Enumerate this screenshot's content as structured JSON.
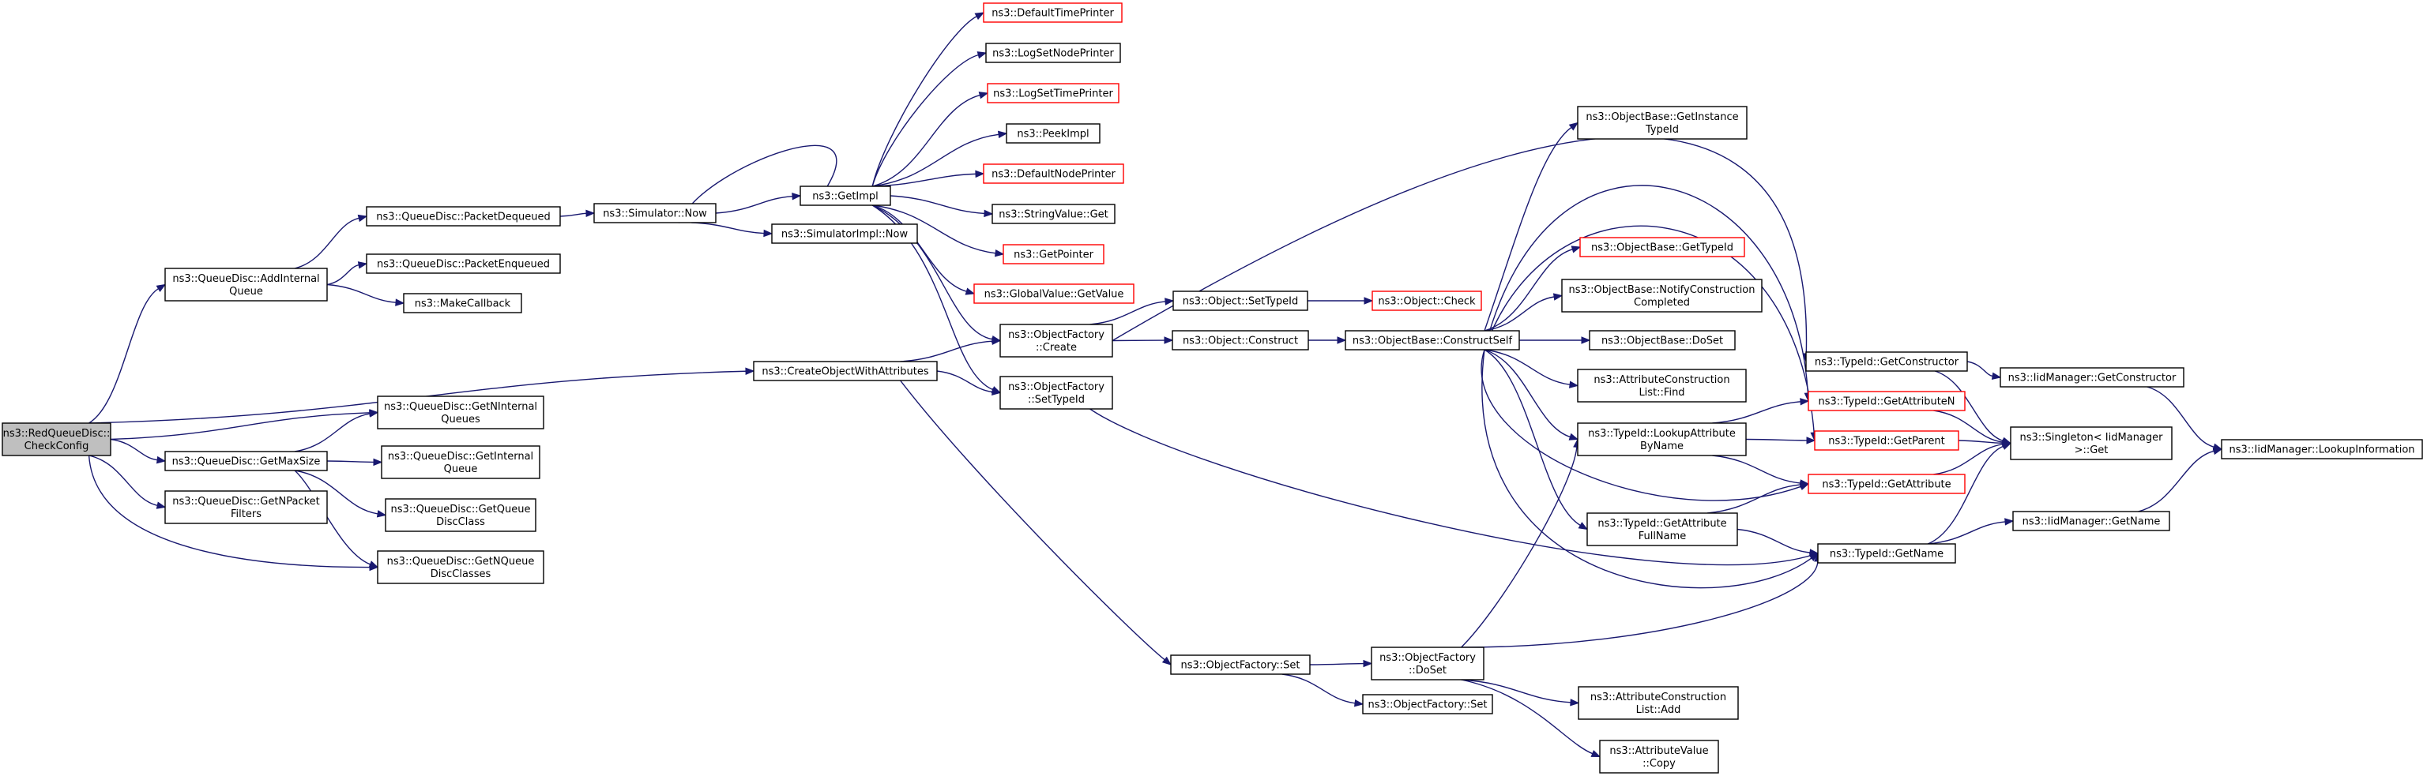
{
  "graph": {
    "type": "call-graph",
    "start_node": "checkconfig",
    "incomplete_border_color": "#ff0000",
    "edge_color": "#191970",
    "nodes": [
      {
        "id": "checkconfig",
        "lines": [
          "ns3::RedQueueDisc::",
          "CheckConfig"
        ],
        "style": "start"
      },
      {
        "id": "addinternalqueue",
        "lines": [
          "ns3::QueueDisc::AddInternal",
          "Queue"
        ]
      },
      {
        "id": "createobjectwithattributes",
        "lines": [
          "ns3::CreateObjectWithAttributes"
        ]
      },
      {
        "id": "getninternalqueues",
        "lines": [
          "ns3::QueueDisc::GetNInternal",
          "Queues"
        ]
      },
      {
        "id": "getmaxsize",
        "lines": [
          "ns3::QueueDisc::GetMaxSize"
        ]
      },
      {
        "id": "getnpacketfilters",
        "lines": [
          "ns3::QueueDisc::GetNPacket",
          "Filters"
        ]
      },
      {
        "id": "getnqueuediscclasses",
        "lines": [
          "ns3::QueueDisc::GetNQueue",
          "DiscClasses"
        ]
      },
      {
        "id": "packetdequeued",
        "lines": [
          "ns3::QueueDisc::PacketDequeued"
        ]
      },
      {
        "id": "packetenqueued",
        "lines": [
          "ns3::QueueDisc::PacketEnqueued"
        ]
      },
      {
        "id": "makecallback",
        "lines": [
          "ns3::MakeCallback"
        ]
      },
      {
        "id": "getinternalqueue",
        "lines": [
          "ns3::QueueDisc::GetInternal",
          "Queue"
        ]
      },
      {
        "id": "getqueuediscclass",
        "lines": [
          "ns3::QueueDisc::GetQueue",
          "DiscClass"
        ]
      },
      {
        "id": "simulatornow",
        "lines": [
          "ns3::Simulator::Now"
        ]
      },
      {
        "id": "getimpl",
        "lines": [
          "ns3::GetImpl"
        ]
      },
      {
        "id": "simulatorimplnow",
        "lines": [
          "ns3::SimulatorImpl::Now"
        ]
      },
      {
        "id": "defaulttimeprinter",
        "lines": [
          "ns3::DefaultTimePrinter"
        ],
        "style": "incomplete"
      },
      {
        "id": "logsetnodeprinter",
        "lines": [
          "ns3::LogSetNodePrinter"
        ]
      },
      {
        "id": "logsettimeprinter",
        "lines": [
          "ns3::LogSetTimePrinter"
        ],
        "style": "incomplete"
      },
      {
        "id": "peekimpl",
        "lines": [
          "ns3::PeekImpl"
        ]
      },
      {
        "id": "defaultnodeprinter",
        "lines": [
          "ns3::DefaultNodePrinter"
        ],
        "style": "incomplete"
      },
      {
        "id": "stringvalueget",
        "lines": [
          "ns3::StringValue::Get"
        ]
      },
      {
        "id": "getpointer",
        "lines": [
          "ns3::GetPointer"
        ],
        "style": "incomplete"
      },
      {
        "id": "globalvaluegetvalue",
        "lines": [
          "ns3::GlobalValue::GetValue"
        ],
        "style": "incomplete"
      },
      {
        "id": "objectfactorycreate",
        "lines": [
          "ns3::ObjectFactory",
          "::Create"
        ]
      },
      {
        "id": "objectfactorysettypeid",
        "lines": [
          "ns3::ObjectFactory",
          "::SetTypeId"
        ]
      },
      {
        "id": "objectsettypeid",
        "lines": [
          "ns3::Object::SetTypeId"
        ]
      },
      {
        "id": "objectconstruct",
        "lines": [
          "ns3::Object::Construct"
        ]
      },
      {
        "id": "objectcheck",
        "lines": [
          "ns3::Object::Check"
        ],
        "style": "incomplete"
      },
      {
        "id": "constructself",
        "lines": [
          "ns3::ObjectBase::ConstructSelf"
        ]
      },
      {
        "id": "getinstancetypeid",
        "lines": [
          "ns3::ObjectBase::GetInstance",
          "TypeId"
        ]
      },
      {
        "id": "objectbasegettypeid",
        "lines": [
          "ns3::ObjectBase::GetTypeId"
        ],
        "style": "incomplete"
      },
      {
        "id": "notifyconstructioncompleted",
        "lines": [
          "ns3::ObjectBase::NotifyConstruction",
          "Completed"
        ]
      },
      {
        "id": "doset",
        "lines": [
          "ns3::ObjectBase::DoSet"
        ]
      },
      {
        "id": "attrconstructionlistfind",
        "lines": [
          "ns3::AttributeConstruction",
          "List::Find"
        ]
      },
      {
        "id": "typeidgetconstructor",
        "lines": [
          "ns3::TypeId::GetConstructor"
        ]
      },
      {
        "id": "typeidgetattributen",
        "lines": [
          "ns3::TypeId::GetAttributeN"
        ],
        "style": "incomplete"
      },
      {
        "id": "lookupattributebyname",
        "lines": [
          "ns3::TypeId::LookupAttribute",
          "ByName"
        ]
      },
      {
        "id": "typeidgetparent",
        "lines": [
          "ns3::TypeId::GetParent"
        ],
        "style": "incomplete"
      },
      {
        "id": "typeidgetattribute",
        "lines": [
          "ns3::TypeId::GetAttribute"
        ],
        "style": "incomplete"
      },
      {
        "id": "getattributefullname",
        "lines": [
          "ns3::TypeId::GetAttribute",
          "FullName"
        ]
      },
      {
        "id": "typeidgetname",
        "lines": [
          "ns3::TypeId::GetName"
        ]
      },
      {
        "id": "iidmanagergetconstructor",
        "lines": [
          "ns3::IidManager::GetConstructor"
        ]
      },
      {
        "id": "singletonget",
        "lines": [
          "ns3::Singleton< IidManager",
          " >::Get"
        ]
      },
      {
        "id": "iidmanagergetname",
        "lines": [
          "ns3::IidManager::GetName"
        ]
      },
      {
        "id": "lookupinformation",
        "lines": [
          "ns3::IidManager::LookupInformation"
        ]
      },
      {
        "id": "objectfactoryset",
        "lines": [
          "ns3::ObjectFactory::Set"
        ]
      },
      {
        "id": "objectfactorydoset",
        "lines": [
          "ns3::ObjectFactory",
          "::DoSet"
        ]
      },
      {
        "id": "objectfactoryset2",
        "lines": [
          "ns3::ObjectFactory::Set"
        ]
      },
      {
        "id": "attrconstructionlistadd",
        "lines": [
          "ns3::AttributeConstruction",
          "List::Add"
        ]
      },
      {
        "id": "attributevaluecopy",
        "lines": [
          "ns3::AttributeValue",
          "::Copy"
        ]
      }
    ],
    "edges": [
      [
        "checkconfig",
        "addinternalqueue"
      ],
      [
        "checkconfig",
        "createobjectwithattributes"
      ],
      [
        "checkconfig",
        "getninternalqueues"
      ],
      [
        "checkconfig",
        "getmaxsize"
      ],
      [
        "checkconfig",
        "getnpacketfilters"
      ],
      [
        "checkconfig",
        "getnqueuediscclasses"
      ],
      [
        "addinternalqueue",
        "packetdequeued"
      ],
      [
        "addinternalqueue",
        "packetenqueued"
      ],
      [
        "addinternalqueue",
        "makecallback"
      ],
      [
        "packetdequeued",
        "simulatornow"
      ],
      [
        "simulatornow",
        "getimpl"
      ],
      [
        "simulatornow",
        "simulatorimplnow"
      ],
      [
        "getimpl",
        "defaulttimeprinter"
      ],
      [
        "getimpl",
        "logsetnodeprinter"
      ],
      [
        "getimpl",
        "logsettimeprinter"
      ],
      [
        "getimpl",
        "peekimpl"
      ],
      [
        "getimpl",
        "defaultnodeprinter"
      ],
      [
        "getimpl",
        "stringvalueget"
      ],
      [
        "getimpl",
        "getpointer"
      ],
      [
        "getimpl",
        "globalvaluegetvalue"
      ],
      [
        "getimpl",
        "objectfactorycreate"
      ],
      [
        "getimpl",
        "objectfactorysettypeid"
      ],
      [
        "getimpl",
        "simulatornow"
      ],
      [
        "getmaxsize",
        "getninternalqueues"
      ],
      [
        "getmaxsize",
        "getinternalqueue"
      ],
      [
        "getmaxsize",
        "getqueuediscclass"
      ],
      [
        "getmaxsize",
        "getnqueuediscclasses"
      ],
      [
        "createobjectwithattributes",
        "objectfactorycreate"
      ],
      [
        "createobjectwithattributes",
        "objectfactorysettypeid"
      ],
      [
        "createobjectwithattributes",
        "objectfactoryset"
      ],
      [
        "objectfactorycreate",
        "objectsettypeid"
      ],
      [
        "objectfactorycreate",
        "objectconstruct"
      ],
      [
        "objectfactorycreate",
        "typeidgetconstructor"
      ],
      [
        "objectsettypeid",
        "objectcheck"
      ],
      [
        "objectconstruct",
        "constructself"
      ],
      [
        "constructself",
        "getinstancetypeid"
      ],
      [
        "constructself",
        "objectbasegettypeid"
      ],
      [
        "constructself",
        "notifyconstructioncompleted"
      ],
      [
        "constructself",
        "doset"
      ],
      [
        "constructself",
        "attrconstructionlistfind"
      ],
      [
        "constructself",
        "typeidgetattributen"
      ],
      [
        "constructself",
        "typeidgetparent"
      ],
      [
        "constructself",
        "typeidgetattribute"
      ],
      [
        "constructself",
        "lookupattributebyname"
      ],
      [
        "constructself",
        "getattributefullname"
      ],
      [
        "constructself",
        "typeidgetname"
      ],
      [
        "objectfactorysettypeid",
        "typeidgetname"
      ],
      [
        "typeidgetconstructor",
        "iidmanagergetconstructor"
      ],
      [
        "typeidgetconstructor",
        "singletonget"
      ],
      [
        "typeidgetattributen",
        "singletonget"
      ],
      [
        "typeidgetparent",
        "singletonget"
      ],
      [
        "typeidgetattribute",
        "singletonget"
      ],
      [
        "typeidgetname",
        "singletonget"
      ],
      [
        "typeidgetname",
        "iidmanagergetname"
      ],
      [
        "iidmanagergetconstructor",
        "lookupinformation"
      ],
      [
        "iidmanagergetname",
        "lookupinformation"
      ],
      [
        "lookupattributebyname",
        "typeidgetattributen"
      ],
      [
        "lookupattributebyname",
        "typeidgetparent"
      ],
      [
        "lookupattributebyname",
        "typeidgetattribute"
      ],
      [
        "getattributefullname",
        "typeidgetattribute"
      ],
      [
        "getattributefullname",
        "typeidgetname"
      ],
      [
        "objectfactoryset",
        "objectfactorydoset"
      ],
      [
        "objectfactoryset",
        "objectfactoryset2"
      ],
      [
        "objectfactorydoset",
        "lookupattributebyname"
      ],
      [
        "objectfactorydoset",
        "typeidgetname"
      ],
      [
        "objectfactorydoset",
        "attrconstructionlistadd"
      ],
      [
        "objectfactorydoset",
        "attributevaluecopy"
      ]
    ]
  }
}
